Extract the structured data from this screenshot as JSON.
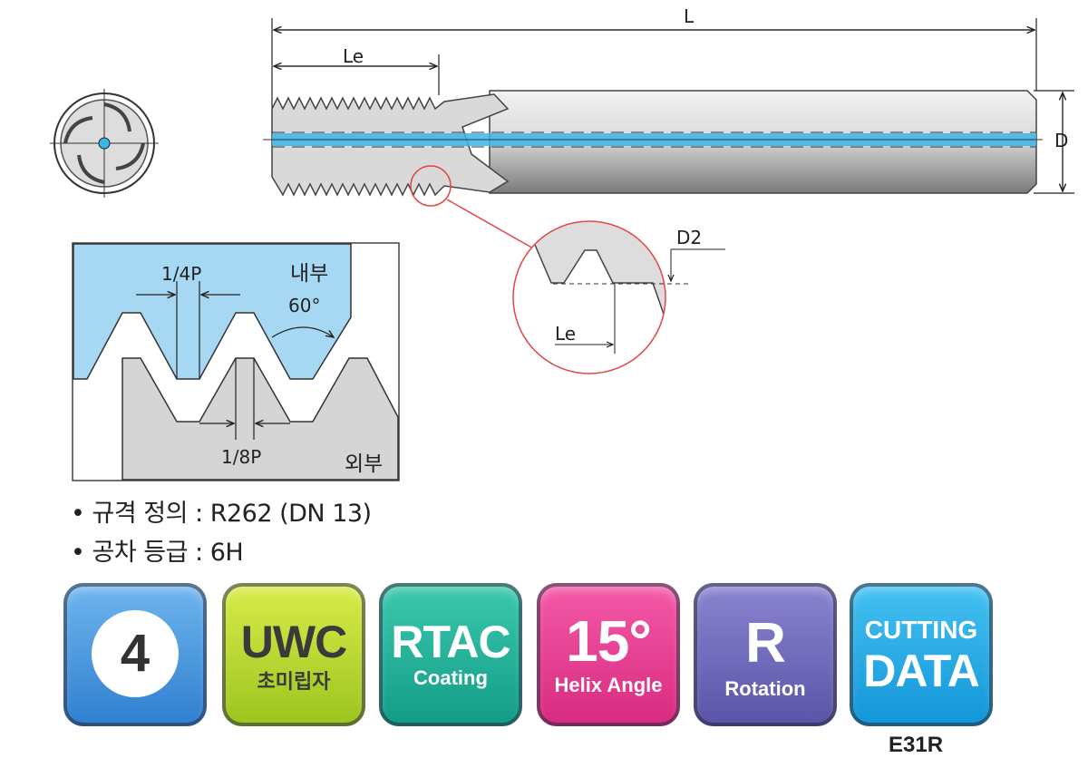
{
  "dimensions": {
    "L": "L",
    "Le": "Le",
    "D": "D",
    "D2": "D2",
    "Le_detail": "Le"
  },
  "profile": {
    "quarter_pitch": "1/4P",
    "internal": "내부",
    "angle": "60°",
    "eighth_pitch": "1/8P",
    "external": "외부"
  },
  "specs": [
    {
      "label": "• 규격 정의 : R262 (DN 13)"
    },
    {
      "label": "• 공차 등급 : 6H"
    }
  ],
  "tiles": [
    {
      "main": "4",
      "sub": "",
      "color": "#3a8fd8"
    },
    {
      "main": "UWC",
      "sub": "초미립자",
      "color": "#b8d825"
    },
    {
      "main": "RTAC",
      "sub": "Coating",
      "color": "#1fb39a"
    },
    {
      "main": "15°",
      "sub": "Helix Angle",
      "color": "#e8368f"
    },
    {
      "main": "R",
      "sub": "Rotation",
      "color": "#6a64b8"
    },
    {
      "main": "CUTTING",
      "sub": "DATA",
      "color": "#18a8e6"
    }
  ],
  "footer_code": "E31R"
}
